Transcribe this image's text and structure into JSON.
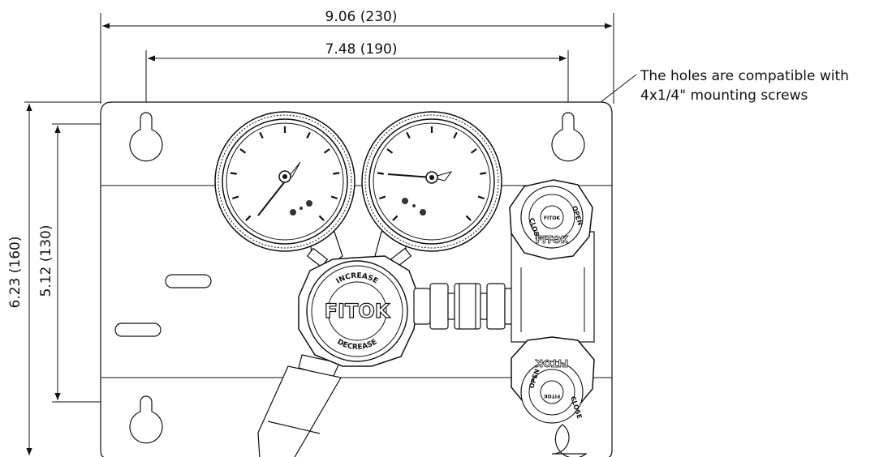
{
  "dimensions": {
    "overall_width": "9.06 (230)",
    "hole_spacing_width": "7.48 (190)",
    "overall_height": "6.23 (160)",
    "hole_spacing_height": "5.12 (130)"
  },
  "note": {
    "line1": "The holes are compatible with",
    "line2": "4x1/4\" mounting screws"
  },
  "regulator": {
    "brand": "FITOK",
    "increase": "INCREASE",
    "decrease": "DECREASE"
  },
  "valve_top": {
    "brand": "FITOK",
    "close": "CLOSE",
    "open": "OPEN",
    "center": "FITOK"
  },
  "valve_bottom": {
    "brand": "FITOK",
    "close": "CLOSE",
    "open": "OPEN",
    "center": "FITOK"
  }
}
